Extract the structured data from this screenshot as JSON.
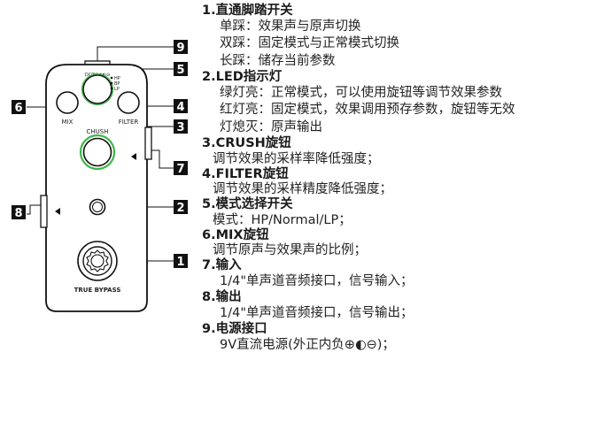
{
  "pedal": {
    "power_label": "DC9V ⊕◐⊖",
    "mode_labels": [
      "HP",
      "BP",
      "LP"
    ],
    "mix_label": "MIX",
    "filter_label": "FILTER",
    "crush_label": "CHUSH",
    "footer_label": "TRUE BYPASS"
  },
  "callouts": [
    "9",
    "5",
    "6",
    "4",
    "3",
    "7",
    "8",
    "2",
    "1"
  ],
  "legend": [
    {
      "num": "1",
      "title": "直通脚踏开关",
      "lines": [
        "单踩：效果声与原声切换",
        "双踩：固定模式与正常模式切换",
        "长踩：储存当前参数"
      ]
    },
    {
      "num": "2",
      "title": "LED指示灯",
      "lines": [
        "绿灯亮：正常模式，可以使用旋钮等调节效果参数",
        "红灯亮：固定模式，效果调用预存参数，旋钮等无效",
        "灯熄灭：原声输出"
      ]
    },
    {
      "num": "3",
      "title": "CRUSH旋钮",
      "lines": [
        "调节效果的采样率降低强度；"
      ]
    },
    {
      "num": "4",
      "title": "FILTER旋钮",
      "lines": [
        "调节效果的采样精度降低强度；"
      ]
    },
    {
      "num": "5",
      "title": "模式选择开关",
      "lines": [
        "模式：HP/Normal/LP；"
      ]
    },
    {
      "num": "6",
      "title": "MIX旋钮",
      "lines": [
        "调节原声与效果声的比例；"
      ]
    },
    {
      "num": "7",
      "title": "输入",
      "lines": [
        "1/4\"单声道音频接口，信号输入；"
      ]
    },
    {
      "num": "8",
      "title": "输出",
      "lines": [
        "1/4\"单声道音频接口，信号输出；"
      ]
    },
    {
      "num": "9",
      "title": "电源接口",
      "lines": [
        "9V直流电源(外正内负⊕◐⊖)；"
      ]
    }
  ]
}
